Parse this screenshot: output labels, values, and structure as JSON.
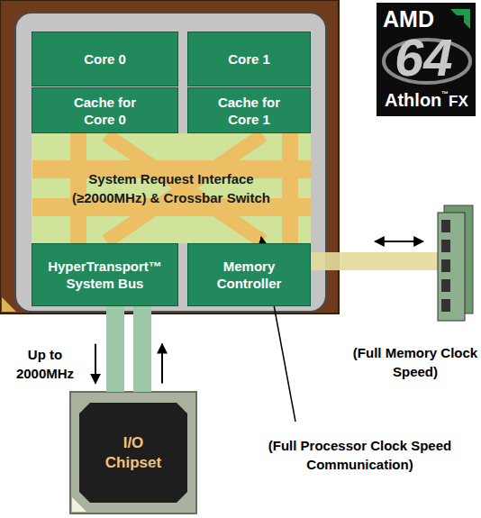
{
  "diagram": {
    "nodes": [
      {
        "text": [
          "Core 0"
        ]
      },
      {
        "text": [
          "Core 1"
        ]
      },
      {
        "text": [
          "Cache for Core 0"
        ]
      },
      {
        "text": [
          "Cache for Core 1"
        ]
      },
      {
        "text": [
          "System Request Interface (≥2000MHz) & Crossbar Switch"
        ]
      },
      {
        "text": [
          "HyperTransport™ System Bus"
        ]
      },
      {
        "text": [
          "Memory Controller"
        ]
      },
      {
        "text": [
          "I/O Chipset"
        ]
      }
    ],
    "edges": [
      {
        "from": 5,
        "to": 7,
        "arrow": "to"
      },
      {
        "from": 7,
        "to": 5,
        "arrow": "to"
      }
    ],
    "labels": [
      "AMD",
      "64",
      "Athlon",
      "™",
      "FX",
      "Up to 2000MHz",
      "(Full Memory Clock Speed)",
      "(Full Processor Clock Speed Communication)"
    ]
  }
}
